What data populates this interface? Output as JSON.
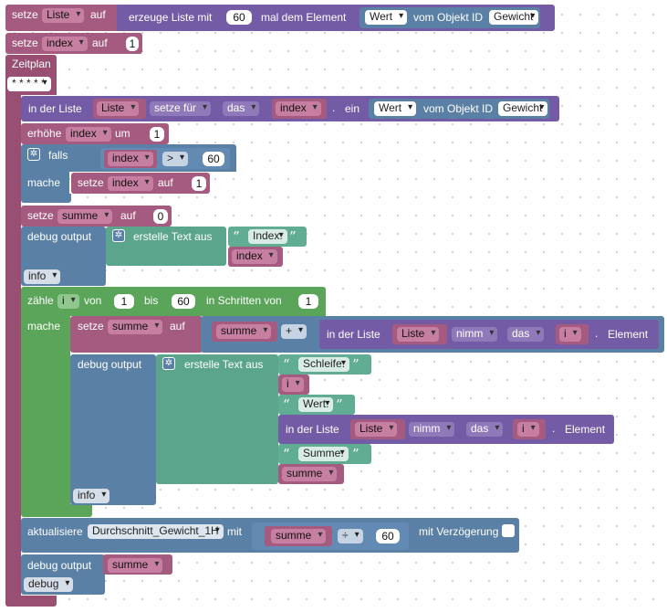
{
  "set_list": {
    "setze": "setze",
    "var": "Liste",
    "auf": "auf",
    "erzeuge": "erzeuge Liste mit",
    "count": "60",
    "mal": "mal dem Element",
    "wert": "Wert",
    "vom_objekt": "vom Objekt ID",
    "obj": "Gewicht"
  },
  "set_index": {
    "setze": "setze",
    "var": "index",
    "auf": "auf",
    "val": "1"
  },
  "schedule": {
    "label": "Zeitplan",
    "cron": "* * * * *"
  },
  "list_set": {
    "in_der_liste": "in der Liste",
    "list": "Liste",
    "mode": "setze für",
    "pos": "das",
    "idx": "index",
    "ein": "ein",
    "wert": "Wert",
    "vom_objekt": "vom Objekt ID",
    "obj": "Gewicht"
  },
  "increment": {
    "erhoehe": "erhöhe",
    "var": "index",
    "um": "um",
    "val": "1"
  },
  "if_block": {
    "falls": "falls",
    "var": "index",
    "op": ">",
    "val": "60",
    "mache": "mache",
    "setze": "setze",
    "set_var": "index",
    "auf": "auf",
    "set_val": "1"
  },
  "set_summe": {
    "setze": "setze",
    "var": "summe",
    "auf": "auf",
    "val": "0"
  },
  "debug1": {
    "label": "debug output",
    "text_join": "erstelle Text aus",
    "str": "Index:",
    "var": "index",
    "level": "info"
  },
  "loop": {
    "zaehle": "zähle",
    "var": "i",
    "von": "von",
    "from": "1",
    "bis": "bis",
    "to": "60",
    "step_label": "in Schritten von",
    "step": "1",
    "mache": "mache"
  },
  "set_sum2": {
    "setze": "setze",
    "var": "summe",
    "auf": "auf",
    "lhs": "summe",
    "op": "+",
    "in_der_liste": "in der Liste",
    "list": "Liste",
    "mode": "nimm",
    "pos": "das",
    "idx": "i",
    "element": "Element"
  },
  "debug2": {
    "label": "debug output",
    "text_join": "erstelle Text aus",
    "s1": "Schleife:",
    "v1": "i",
    "s2": "Wert:",
    "in_der_liste": "in der Liste",
    "list": "Liste",
    "mode": "nimm",
    "pos": "das",
    "idx": "i",
    "element": "Element",
    "s3": "Summe:",
    "v3": "summe",
    "level": "info"
  },
  "update": {
    "label": "aktualisiere",
    "target": "Durchschnitt_Gewicht_1H",
    "mit": "mit",
    "var": "summe",
    "op": "÷",
    "val": "60",
    "delay": "mit Verzögerung"
  },
  "debug3": {
    "label": "debug output",
    "var": "summe",
    "level": "debug"
  },
  "icons": {
    "gear": "gear-icon",
    "dropdown": "chevron-down-icon",
    "quote_open": "quote-open-icon",
    "quote_close": "quote-close-icon"
  },
  "colors": {
    "variables": "#a55b80",
    "lists": "#745ba5",
    "logic": "#5b80a5",
    "text": "#5ba58c",
    "loops": "#5ba55b"
  }
}
